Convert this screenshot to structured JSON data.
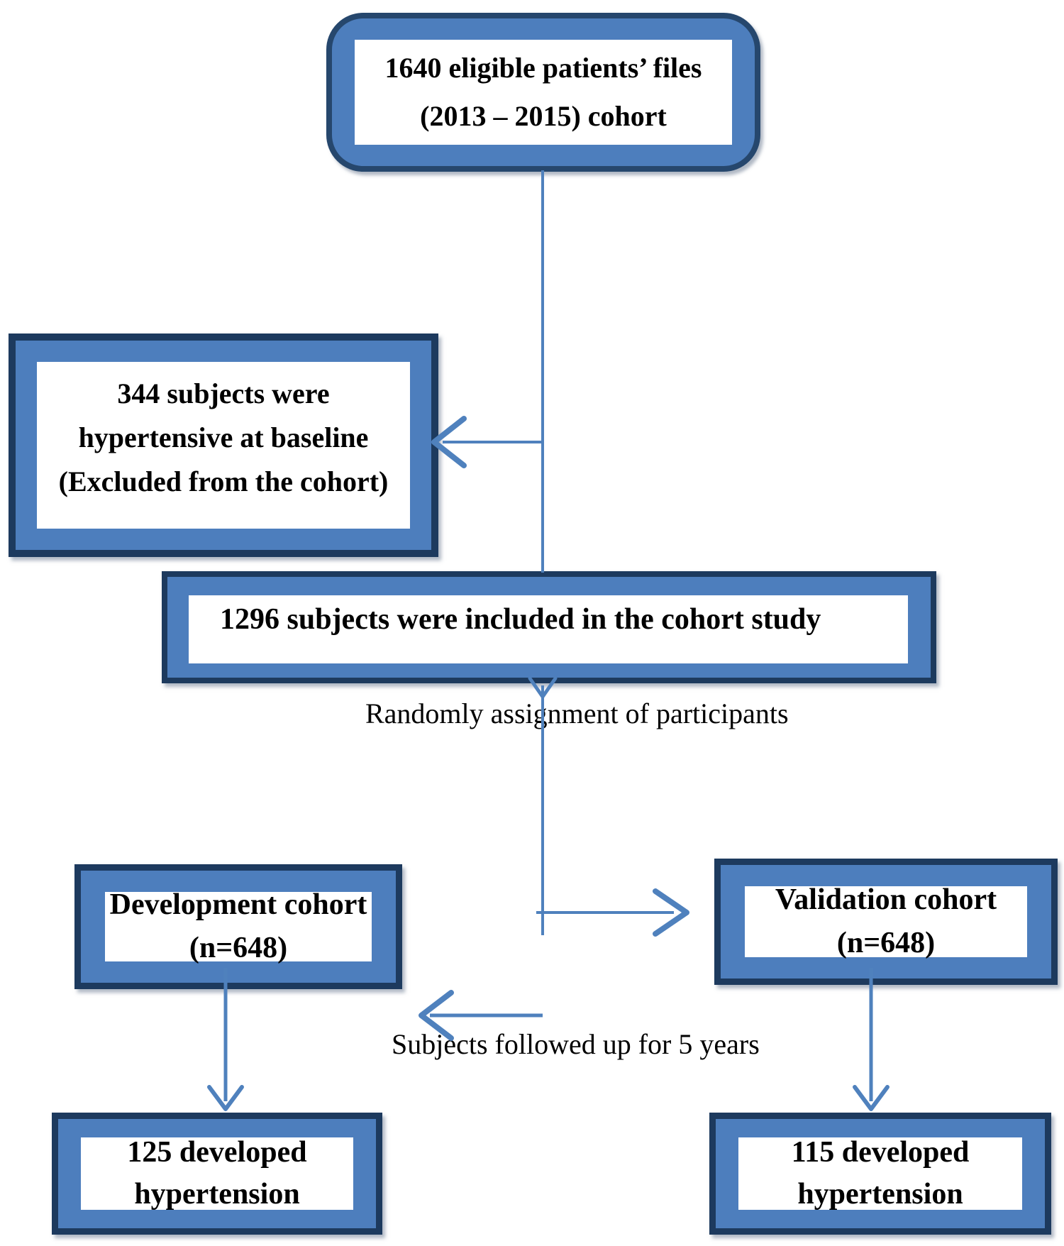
{
  "figure": {
    "type": "study-flow-diagram",
    "description": "Cohort study participant flow"
  },
  "colors": {
    "box_fill": "#4d7ebd",
    "box_border_dark": "#1d3a5e",
    "box_inner": "#ffffff",
    "arrow": "#4f81bd",
    "text": "#000000"
  },
  "boxes": {
    "eligible": {
      "lines": [
        "1640 eligible patients’ files",
        "(2013 – 2015) cohort"
      ]
    },
    "excluded": {
      "lines": [
        "344 subjects were",
        "hypertensive at baseline",
        "(Excluded from the cohort)"
      ]
    },
    "included": {
      "lines": [
        "1296 subjects were included in the cohort study"
      ]
    },
    "development": {
      "lines": [
        "Development cohort",
        "(n=648)"
      ]
    },
    "validation": {
      "lines": [
        "Validation cohort",
        "(n=648)"
      ]
    },
    "development_outcome": {
      "lines": [
        "125 developed",
        "hypertension"
      ]
    },
    "validation_outcome": {
      "lines": [
        "115 developed",
        "hypertension"
      ]
    }
  },
  "labels": {
    "randomization": "Randomly assignment of participants",
    "followup": "Subjects followed up for 5 years"
  }
}
